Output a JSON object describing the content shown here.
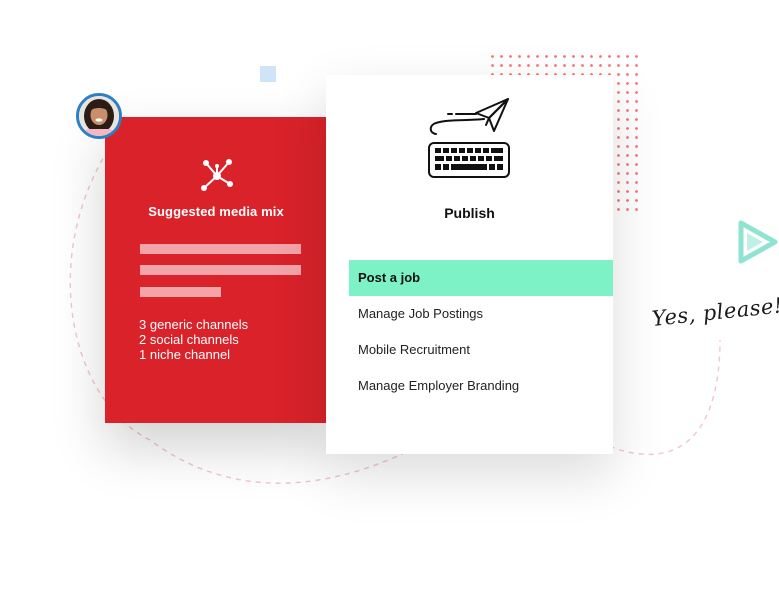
{
  "suggested_card": {
    "title": "Suggested media mix",
    "channels": [
      "3 generic channels",
      "2 social channels",
      "1 niche channel"
    ]
  },
  "publish_card": {
    "title": "Publish",
    "menu_items": [
      {
        "label": "Post a job",
        "active": true
      },
      {
        "label": "Manage Job Postings",
        "active": false
      },
      {
        "label": "Mobile Recruitment",
        "active": false
      },
      {
        "label": "Manage Employer Branding",
        "active": false
      }
    ]
  },
  "tagline": "Yes, please!",
  "icons": {
    "network": "network-icon",
    "keyboard": "keyboard-send-icon",
    "play": "play-icon",
    "avatar": "avatar"
  },
  "colors": {
    "red_card": "#d9222a",
    "active_item": "#7ef2c7",
    "avatar_ring": "#2f7fc5",
    "play_icon": "#8fe3d1",
    "dots": "#f16b6b"
  }
}
